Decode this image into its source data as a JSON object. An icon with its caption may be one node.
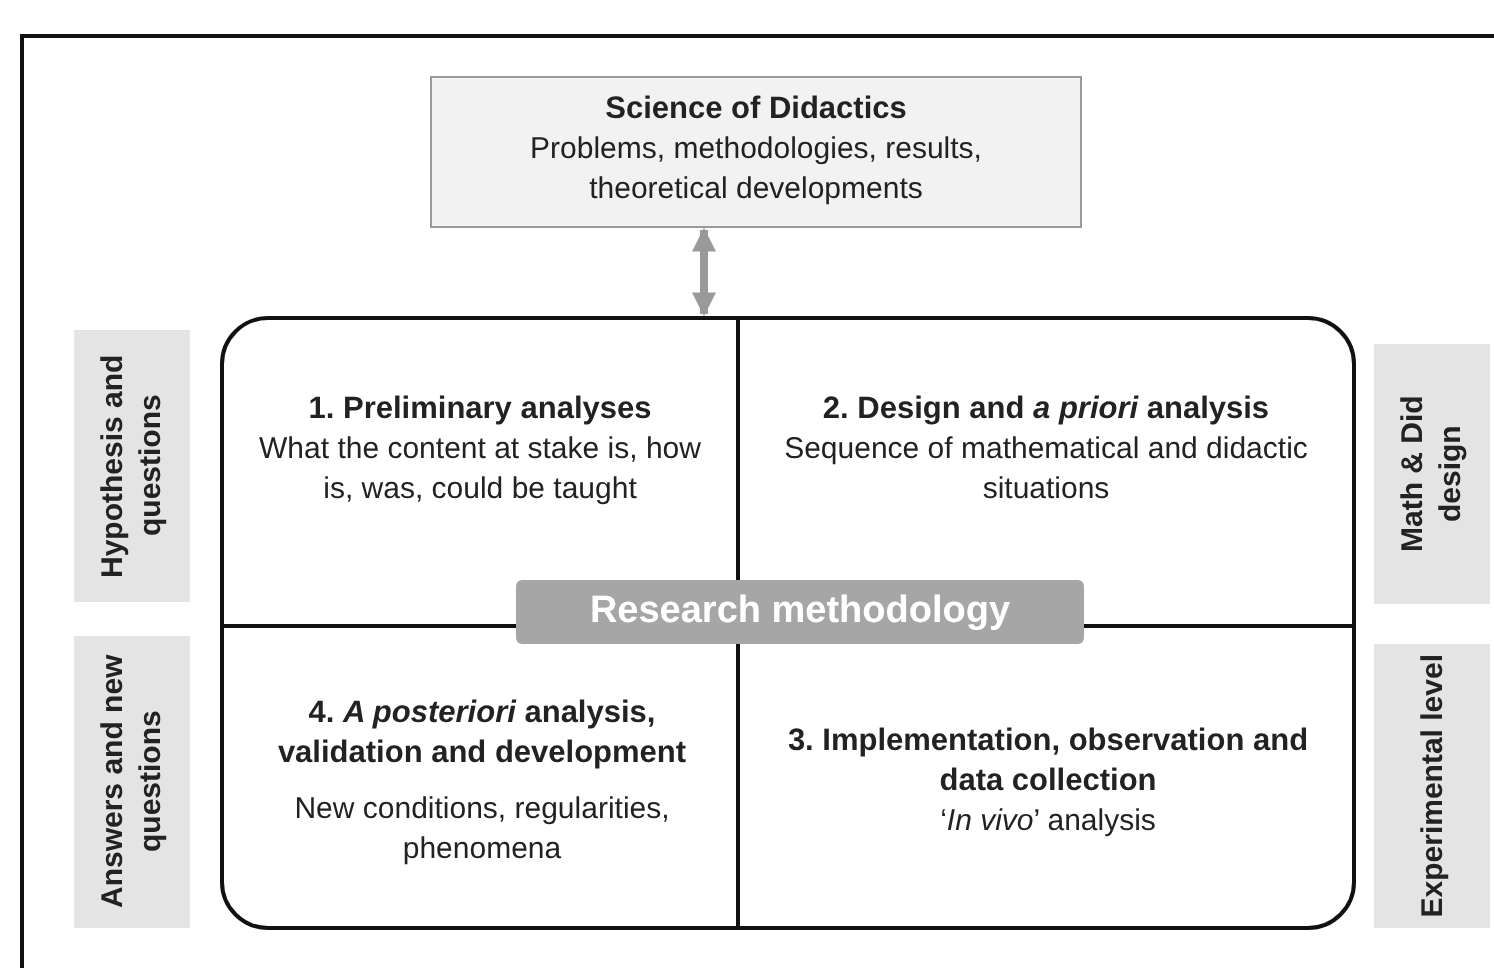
{
  "diagram": {
    "nodes": [
      {
        "text": [
          "Science of Didactics",
          "Problems, methodologies, results, theoretical developments"
        ]
      },
      {
        "text": [
          "Research methodology"
        ]
      },
      {
        "text": [
          "1. Preliminary analyses",
          "What the content at stake is, how is, was, could be taught"
        ],
        "in": 1
      },
      {
        "text": [
          "2. Design and *a priori* analysis",
          "Sequence of mathematical and didactic situations"
        ],
        "in": 1
      },
      {
        "text": [
          "4. *A posteriori* analysis, validation and development",
          "New conditions, regularities, phenomena"
        ],
        "in": 1
      },
      {
        "text": [
          "3. Implementation, observation and data collection",
          "‘*In vivo*’ analysis"
        ],
        "in": 1
      },
      {
        "text": [
          "Hypothesis and questions"
        ]
      },
      {
        "text": [
          "Answers and new questions"
        ]
      },
      {
        "text": [
          "Math & Did design"
        ]
      },
      {
        "text": [
          "Experimental level"
        ]
      }
    ],
    "edges": [
      {
        "from": 0,
        "to": 1,
        "arrow": "both"
      }
    ]
  }
}
